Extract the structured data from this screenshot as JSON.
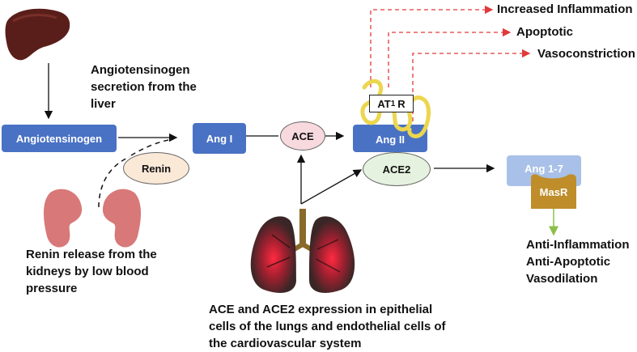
{
  "labels": {
    "angiotensinogen_secretion": [
      "Angiotensinogen",
      "secretion from the",
      "liver"
    ],
    "renin_release": [
      "Renin release from the",
      "kidneys by low blood",
      "pressure"
    ],
    "ace_expression": [
      "ACE and ACE2 expression in epithelial",
      "cells of the lungs and endothelial cells of",
      "the cardiovascular system"
    ],
    "increased_inflammation": "Increased Inflammation",
    "apoptotic": "Apoptotic",
    "vasoconstriction": "Vasoconstriction",
    "anti_effects": [
      "Anti-Inflammation",
      "Anti-Apoptotic",
      "Vasodilation"
    ]
  },
  "nodes": {
    "angiotensinogen": "Angiotensinogen",
    "renin": "Renin",
    "ang1": "Ang I",
    "ace": "ACE",
    "ang2": "Ang II",
    "ace2": "ACE2",
    "at1r_main": "AT",
    "at1r_sub": "1",
    "at1r_tail": "R",
    "ang17": "Ang 1-7",
    "masr": "MasR"
  },
  "colors": {
    "blue_box": "#4a72c4",
    "light_blue_box": "#a9c1e8",
    "renin_fill": "#fbe9d8",
    "ace_fill": "#f7d9de",
    "ace2_fill": "#e5f2df",
    "masr_fill": "#bf8e2a",
    "red_dashed": "#e03a3a",
    "receptor_yellow": "#ecd64e",
    "kidney": "#d87878",
    "liver": "#5a1e1a",
    "lung": "#3a2626",
    "green_arrow": "#8cbf4a"
  }
}
